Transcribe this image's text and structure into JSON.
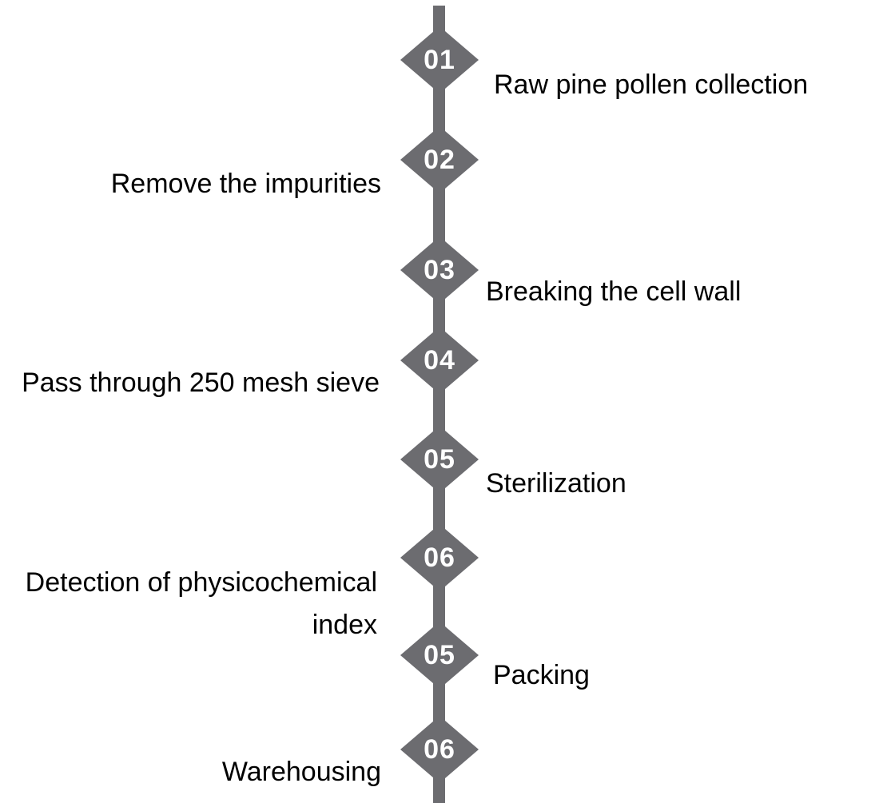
{
  "diagram": {
    "kind": "vertical-process-timeline",
    "colors": {
      "marker_and_line": "#6c6c70",
      "label_text": "#000000",
      "number_text": "#ffffff",
      "background": "#ffffff"
    },
    "steps": [
      {
        "number": "01",
        "label": "Raw pine pollen collection",
        "side": "right"
      },
      {
        "number": "02",
        "label": "Remove the impurities",
        "side": "left"
      },
      {
        "number": "03",
        "label": "Breaking the cell wall",
        "side": "right"
      },
      {
        "number": "04",
        "label": "Pass through 250 mesh sieve",
        "side": "left"
      },
      {
        "number": "05",
        "label": "Sterilization",
        "side": "right"
      },
      {
        "number": "06",
        "label": "Detection of physicochemical\nindex",
        "side": "left"
      },
      {
        "number": "05",
        "label": "Packing",
        "side": "right"
      },
      {
        "number": "06",
        "label": "Warehousing",
        "side": "left"
      }
    ]
  }
}
